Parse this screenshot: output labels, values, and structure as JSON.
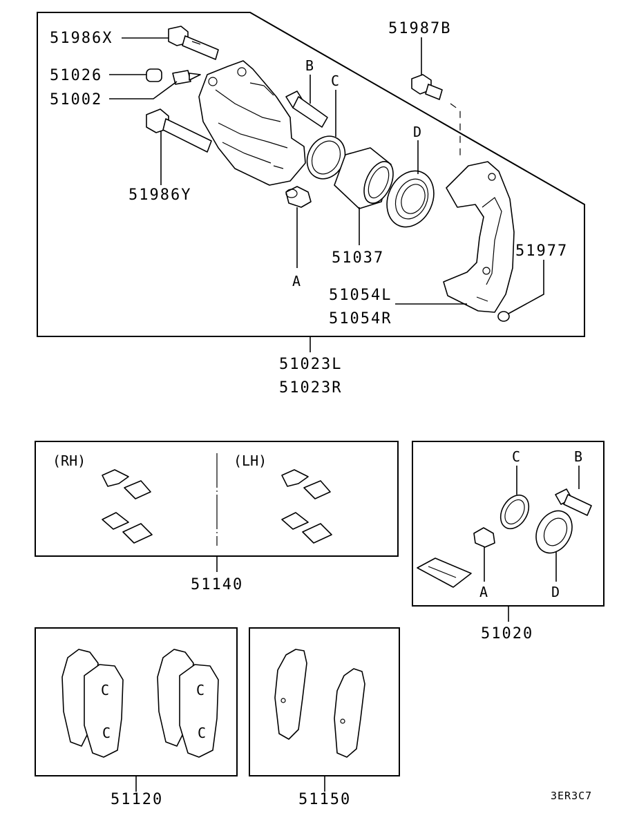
{
  "parts": {
    "p51986x": "51986X",
    "p51026": "51026",
    "p51002": "51002",
    "p51986y": "51986Y",
    "p51987b": "51987B",
    "p51037": "51037",
    "p51977": "51977",
    "p51054l": "51054L",
    "p51054r": "51054R",
    "p51023l": "51023L",
    "p51023r": "51023R",
    "p51140": "51140",
    "p51020": "51020",
    "p51120": "51120",
    "p51150": "51150"
  },
  "letters": {
    "a": "A",
    "b": "B",
    "c": "C",
    "d": "D"
  },
  "kit": {
    "rh": "(RH)",
    "lh": "(LH)"
  },
  "diagram_code": "3ER3C7"
}
